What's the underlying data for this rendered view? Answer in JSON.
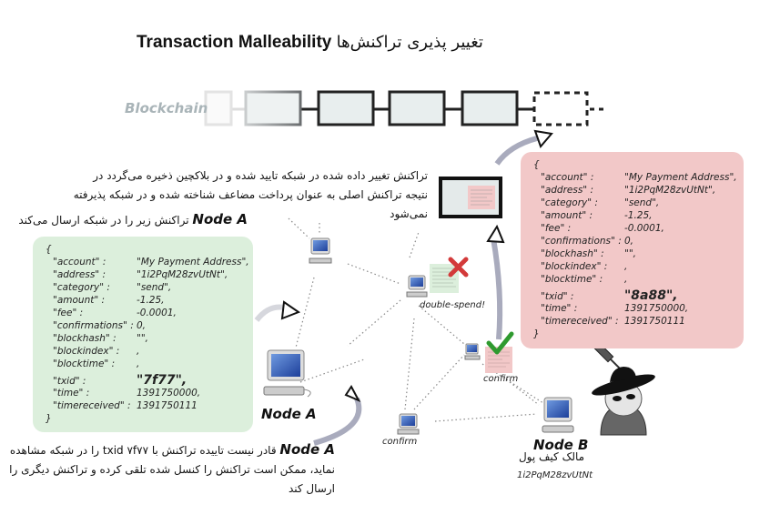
{
  "title": {
    "english": "Transaction Malleability",
    "persian": "تغییر پذیری تراکنش‌ها"
  },
  "blockchain": {
    "label": "Blockchain",
    "blocks": 5,
    "pending_blocks": 1
  },
  "annotations": {
    "malleated_confirmed": "تراکنش تغییر داده شده در شبکه تایید شده و در بلاکچین ذخیره می‌گردد در نتیجه تراکنش اصلی به عنوان پرداخت مضاعف شناخته شده و در شبکه پذیرفته نمی‌شود",
    "node_a_sends_prefix": "Node A",
    "node_a_sends_text": "تراکنش زیر را در شبکه ارسال می‌کند",
    "node_a_cannot_prefix": "Node A",
    "node_a_cannot_text": "قادر نیست تاییده تراکنش با txid ۷f۷۷ را در شبکه مشاهده نماید، ممکن است تراکنش را کنسل شده تلقی کرده و تراکنش دیگری را ارسال کند"
  },
  "original_tx": {
    "open": "{",
    "close": "}",
    "rows": [
      {
        "key": "\"account\" :",
        "value": "\"My Payment Address\","
      },
      {
        "key": "\"address\" :",
        "value": "\"1i2PqM28zvUtNt\","
      },
      {
        "key": "\"category\" :",
        "value": "\"send\","
      },
      {
        "key": "\"amount\" :",
        "value": "-1.25,"
      },
      {
        "key": "\"fee\" :",
        "value": "-0.0001,"
      },
      {
        "key": "\"confirmations\" :",
        "value": "0,"
      },
      {
        "key": "\"blockhash\" :",
        "value": "\"\","
      },
      {
        "key": "\"blockindex\" :",
        "value": ","
      },
      {
        "key": "\"blocktime\" :",
        "value": ","
      },
      {
        "key": "\"txid\" :",
        "value": "\"7f77\",",
        "emphasis": true
      },
      {
        "key": "\"time\" :",
        "value": "1391750000,"
      },
      {
        "key": "\"timereceived\" :",
        "value": "1391750111"
      }
    ],
    "color": "#dcefdc"
  },
  "malleated_tx": {
    "open": "{",
    "close": "}",
    "rows": [
      {
        "key": "\"account\" :",
        "value": "\"My Payment Address\","
      },
      {
        "key": "\"address\" :",
        "value": "\"1i2PqM28zvUtNt\","
      },
      {
        "key": "\"category\" :",
        "value": "\"send\","
      },
      {
        "key": "\"amount\" :",
        "value": "-1.25,"
      },
      {
        "key": "\"fee\" :",
        "value": "-0.0001,"
      },
      {
        "key": "\"confirmations\" :",
        "value": "0,"
      },
      {
        "key": "\"blockhash\" :",
        "value": "\"\","
      },
      {
        "key": "\"blockindex\" :",
        "value": ","
      },
      {
        "key": "\"blocktime\" :",
        "value": ","
      },
      {
        "key": "\"txid\" :",
        "value": "\"8a88\",",
        "emphasis": true
      },
      {
        "key": "\"time\" :",
        "value": "1391750000,"
      },
      {
        "key": "\"timereceived\" :",
        "value": "1391750111"
      }
    ],
    "color": "#f2c8c8"
  },
  "nodes": {
    "node_a": "Node A",
    "node_b": "Node B",
    "node_b_role": "مالک کیف پول",
    "node_b_address": "1i2PqM28zvUtNt",
    "double_spend": "double-spend!",
    "confirm_1": "confirm",
    "confirm_2": "confirm"
  },
  "colors": {
    "green_card": "#dcefdc",
    "red_card": "#f2c8c8",
    "arrow_gray": "#a9abbd",
    "reject_red": "#d33a3a",
    "accept_green": "#3aa43a"
  }
}
